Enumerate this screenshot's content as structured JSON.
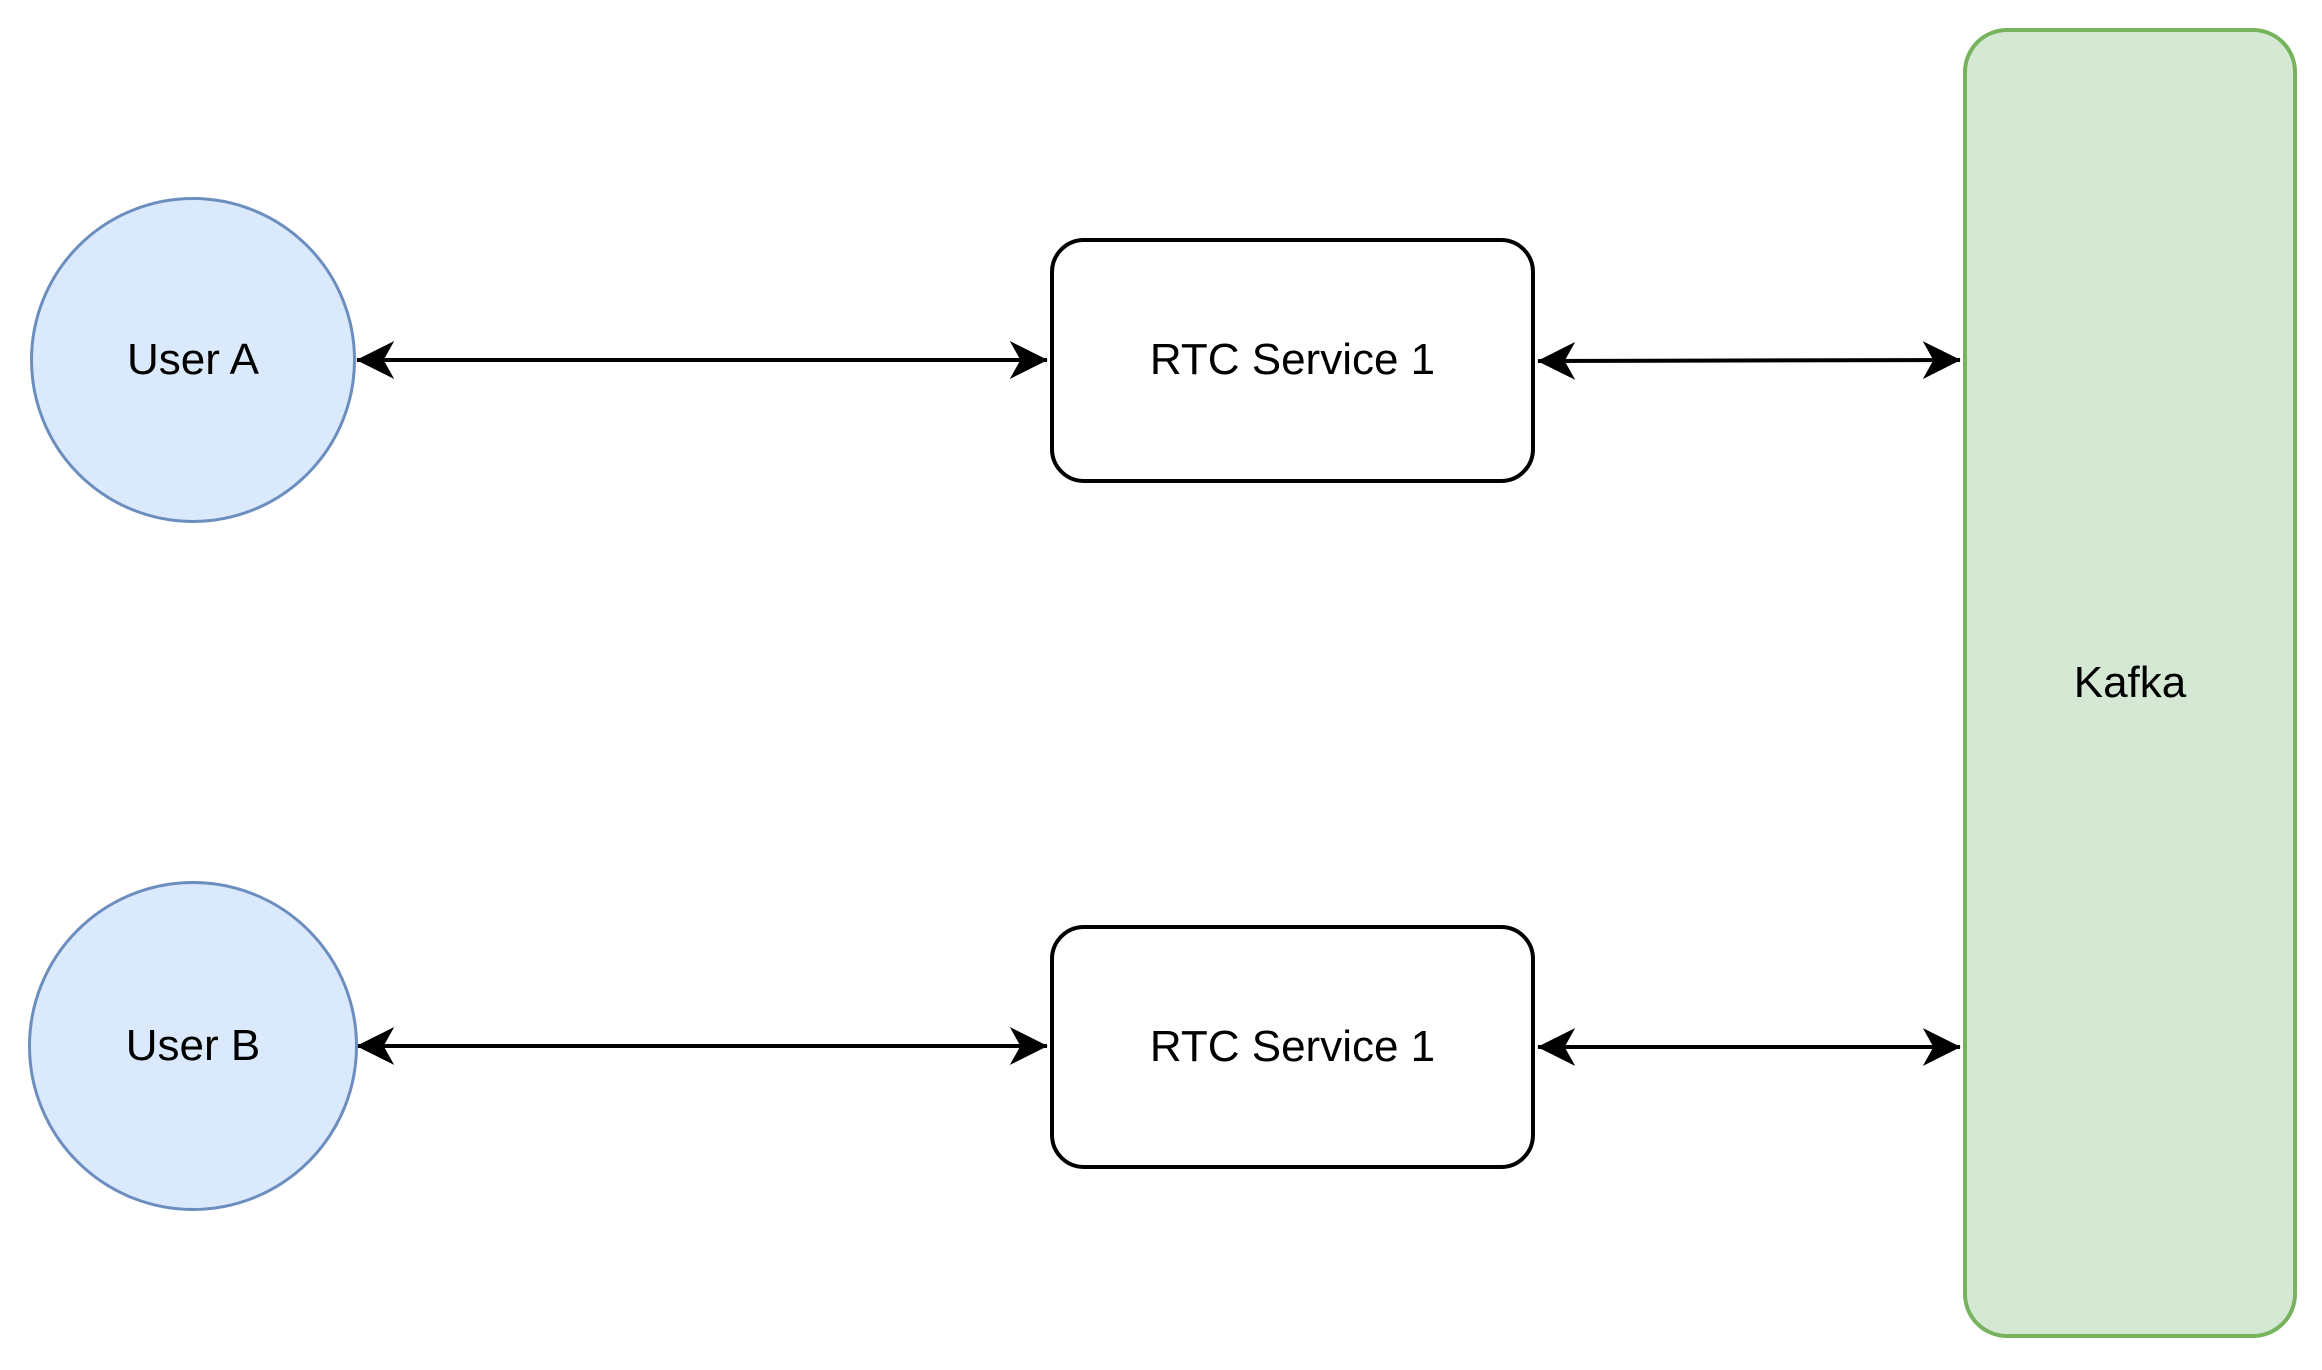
{
  "diagram": {
    "type": "architecture-diagram",
    "background_color": "#ffffff",
    "nodes": {
      "user_a": {
        "label": "User A",
        "shape": "circle",
        "fill": "#dbe9fc",
        "stroke": "#6c8ebf"
      },
      "user_b": {
        "label": "User B",
        "shape": "circle",
        "fill": "#dbe9fc",
        "stroke": "#6c8ebf"
      },
      "rtc_service_top": {
        "label": "RTC Service 1",
        "shape": "rounded-rect",
        "fill": "#ffffff",
        "stroke": "#000000"
      },
      "rtc_service_bottom": {
        "label": "RTC Service 1",
        "shape": "rounded-rect",
        "fill": "#ffffff",
        "stroke": "#000000"
      },
      "kafka": {
        "label": "Kafka",
        "shape": "rounded-rect",
        "fill": "#d5e8d4",
        "stroke": "#76b35c"
      }
    },
    "edges": [
      {
        "from": "user_a",
        "to": "rtc_service_top",
        "style": "bidirectional-arrow",
        "color": "#000000"
      },
      {
        "from": "rtc_service_top",
        "to": "kafka",
        "style": "bidirectional-arrow",
        "color": "#000000"
      },
      {
        "from": "user_b",
        "to": "rtc_service_bottom",
        "style": "bidirectional-arrow",
        "color": "#000000"
      },
      {
        "from": "rtc_service_bottom",
        "to": "kafka",
        "style": "bidirectional-arrow",
        "color": "#000000"
      }
    ]
  }
}
